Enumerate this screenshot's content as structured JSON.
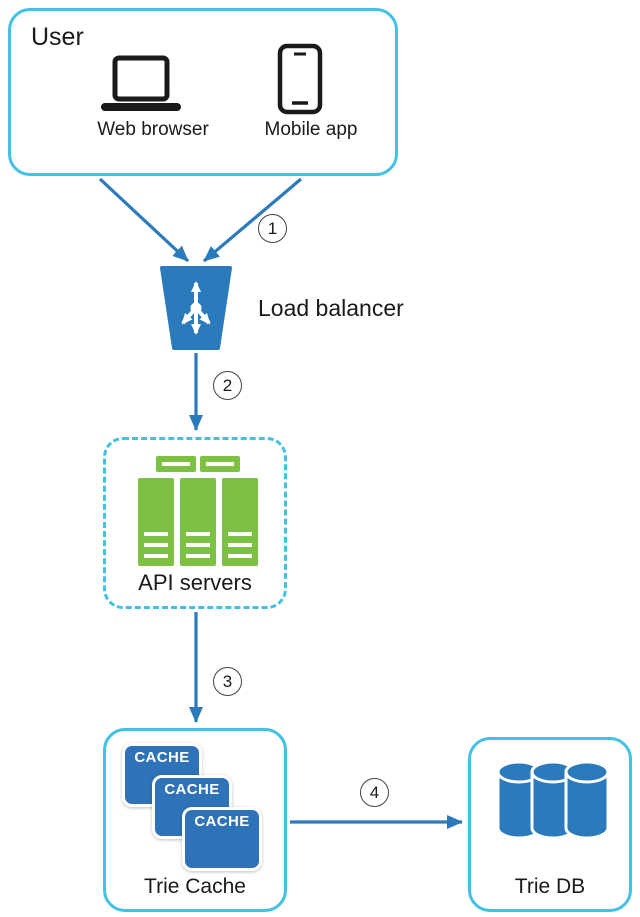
{
  "colors": {
    "box_border_cyan": "#41c2e4",
    "flow_arrow_blue": "#2b7bbc",
    "server_green": "#7dc142",
    "cache_blue": "#2e73b8",
    "db_blue": "#2b7bbc",
    "text": "#1a1a1a"
  },
  "user_box": {
    "title": "User",
    "devices": [
      {
        "icon": "laptop-icon",
        "label": "Web browser"
      },
      {
        "icon": "smartphone-icon",
        "label": "Mobile app"
      }
    ]
  },
  "load_balancer": {
    "icon": "load-balancer-trapezoid-icon",
    "label": "Load balancer"
  },
  "api_servers": {
    "icon": "green-server-stack-icon",
    "label": "API servers"
  },
  "trie_cache": {
    "label": "Trie Cache",
    "cache_items": [
      "CACHE",
      "CACHE",
      "CACHE"
    ]
  },
  "trie_db": {
    "icon": "database-cylinders-icon",
    "label": "Trie DB"
  },
  "step_badges": [
    "1",
    "2",
    "3",
    "4"
  ]
}
